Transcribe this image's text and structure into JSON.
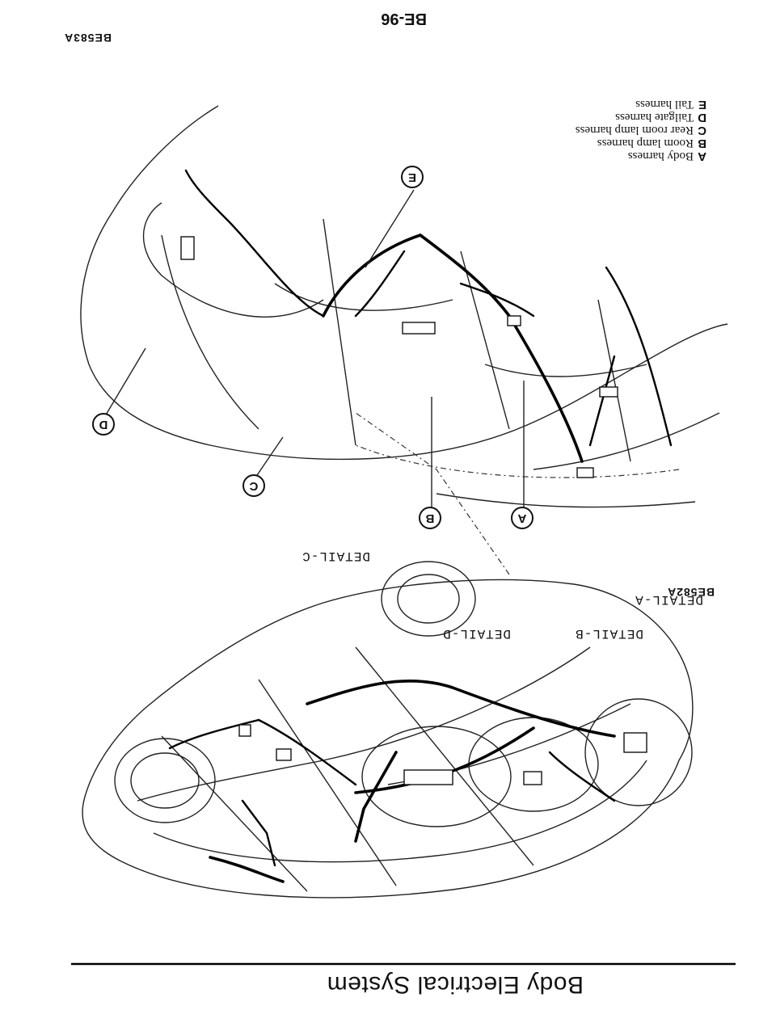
{
  "page": {
    "title": "Body Electrical System",
    "page_number": "BE-96",
    "figure_codes": [
      "BE582A",
      "BE583A"
    ]
  },
  "legend": {
    "items": [
      {
        "key": "A",
        "label": "Body harness"
      },
      {
        "key": "B",
        "label": "Room lamp harness"
      },
      {
        "key": "C",
        "label": "Rear room lamp harness"
      },
      {
        "key": "D",
        "label": "Tailgate harness"
      },
      {
        "key": "E",
        "label": "Tail harness"
      }
    ]
  },
  "details": {
    "a": "DETAIL-A",
    "b": "DETAIL-B",
    "c": "DETAIL-C",
    "d": "DETAIL-D"
  },
  "callouts": [
    "A",
    "B",
    "C",
    "D",
    "E"
  ],
  "colors": {
    "ink": "#111111",
    "paper": "#ffffff"
  },
  "orientation": "page scanned upside down (rotated 180 degrees)"
}
